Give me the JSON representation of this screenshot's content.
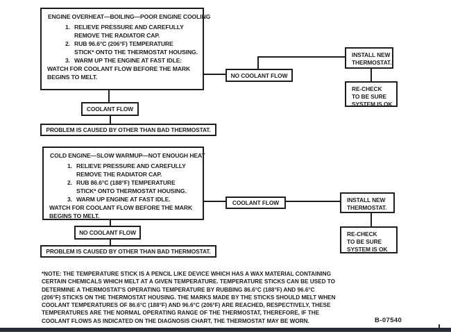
{
  "flow1": {
    "title": "ENGINE OVERHEAT—BOILING—POOR ENGINE COOLING",
    "step1_num": "1.",
    "step1_line1": "RELIEVE PRESSURE AND CAREFULLY",
    "step1_line2": "REMOVE THE RADIATOR CAP.",
    "step2_num": "2.",
    "step2_line1": "RUB 96.6°C (206°F) TEMPERATURE",
    "step2_line2": "STICK* ONTO THE THERMOSTAT HOUSING.",
    "step3_num": "3.",
    "step3_line1": "WARM UP THE ENGINE AT FAST IDLE:",
    "watch_line1": "WATCH FOR COOLANT FLOW BEFORE THE MARK",
    "watch_line2": "BEGINS TO MELT.",
    "no_flow_label": "NO COOLANT FLOW",
    "flow_label": "COOLANT FLOW",
    "install_line1": "INSTALL NEW",
    "install_line2": "THERMOSTAT.",
    "recheck_line1": "RE-CHECK",
    "recheck_line2": "TO BE SURE",
    "recheck_line3": "SYSTEM IS OK",
    "problem_label": "PROBLEM IS CAUSED BY OTHER THAN BAD THERMOSTAT."
  },
  "flow2": {
    "title": "COLD ENGINE—SLOW WARMUP—NOT ENOUGH HEAT",
    "step1_num": "1.",
    "step1_line1": "RELIEVE PRESSURE AND CAREFULLY",
    "step1_line2": "REMOVE THE RADIATOR CAP.",
    "step2_num": "2.",
    "step2_line1": "RUB 86.6°C (188°F) TEMPERATURE",
    "step2_line2": "STICK* ONTO THERMOSTAT HOUSING.",
    "step3_num": "3.",
    "step3_line1": "WARM UP ENGINE AT FAST IDLE.",
    "watch_line1": "WATCH FOR COOLANT FLOW BEFORE THE MARK",
    "watch_line2": "BEGINS TO MELT.",
    "flow_label": "COOLANT FLOW",
    "no_flow_label": "NO COOLANT FLOW",
    "install_line1": "INSTALL NEW",
    "install_line2": "THERMOSTAT.",
    "recheck_line1": "RE-CHECK",
    "recheck_line2": "TO BE SURE",
    "recheck_line3": "SYSTEM IS OK",
    "problem_label": "PROBLEM IS CAUSED BY OTHER THAN BAD THERMOSTAT."
  },
  "footnote": {
    "lines": [
      "*NOTE: THE TEMPERATURE STICK IS A PENCIL LIKE DEVICE WHICH HAS A WAX MATERIAL CONTAINING",
      "CERTAIN CHEMICALS WHICH MELT AT A GIVEN TEMPERATURE. TEMPERATURE STICKS CAN BE USED TO",
      "DETERMINE A THERMOSTAT'S OPERATING TEMPERATURE BY RUBBING 86.6°C (188°F) AND 96.6°C",
      "(206°F) STICKS ON THE THERMOSTAT HOUSING. THE MARKS MADE BY THE STICKS SHOULD MELT WHEN",
      "COOLANT TEMPERATURES OF 86.6°C (188°F) AND 96.6°C (206°F) ARE REACHED, RESPECTIVELY, THESE",
      "TEMPERATURES ARE THE NORMAL OPERATING RANGE OF THE THERMOSTAT, THEREFORE, IF THE",
      "COOLANT FLOWS AS INDICATED ON THE DIAGNOSIS CHART, THE THERMOSTAT MAY BE WORN."
    ]
  },
  "figure_number": "B-07540",
  "colors": {
    "ink": "#1d1d1f",
    "rule": "#262b36"
  }
}
